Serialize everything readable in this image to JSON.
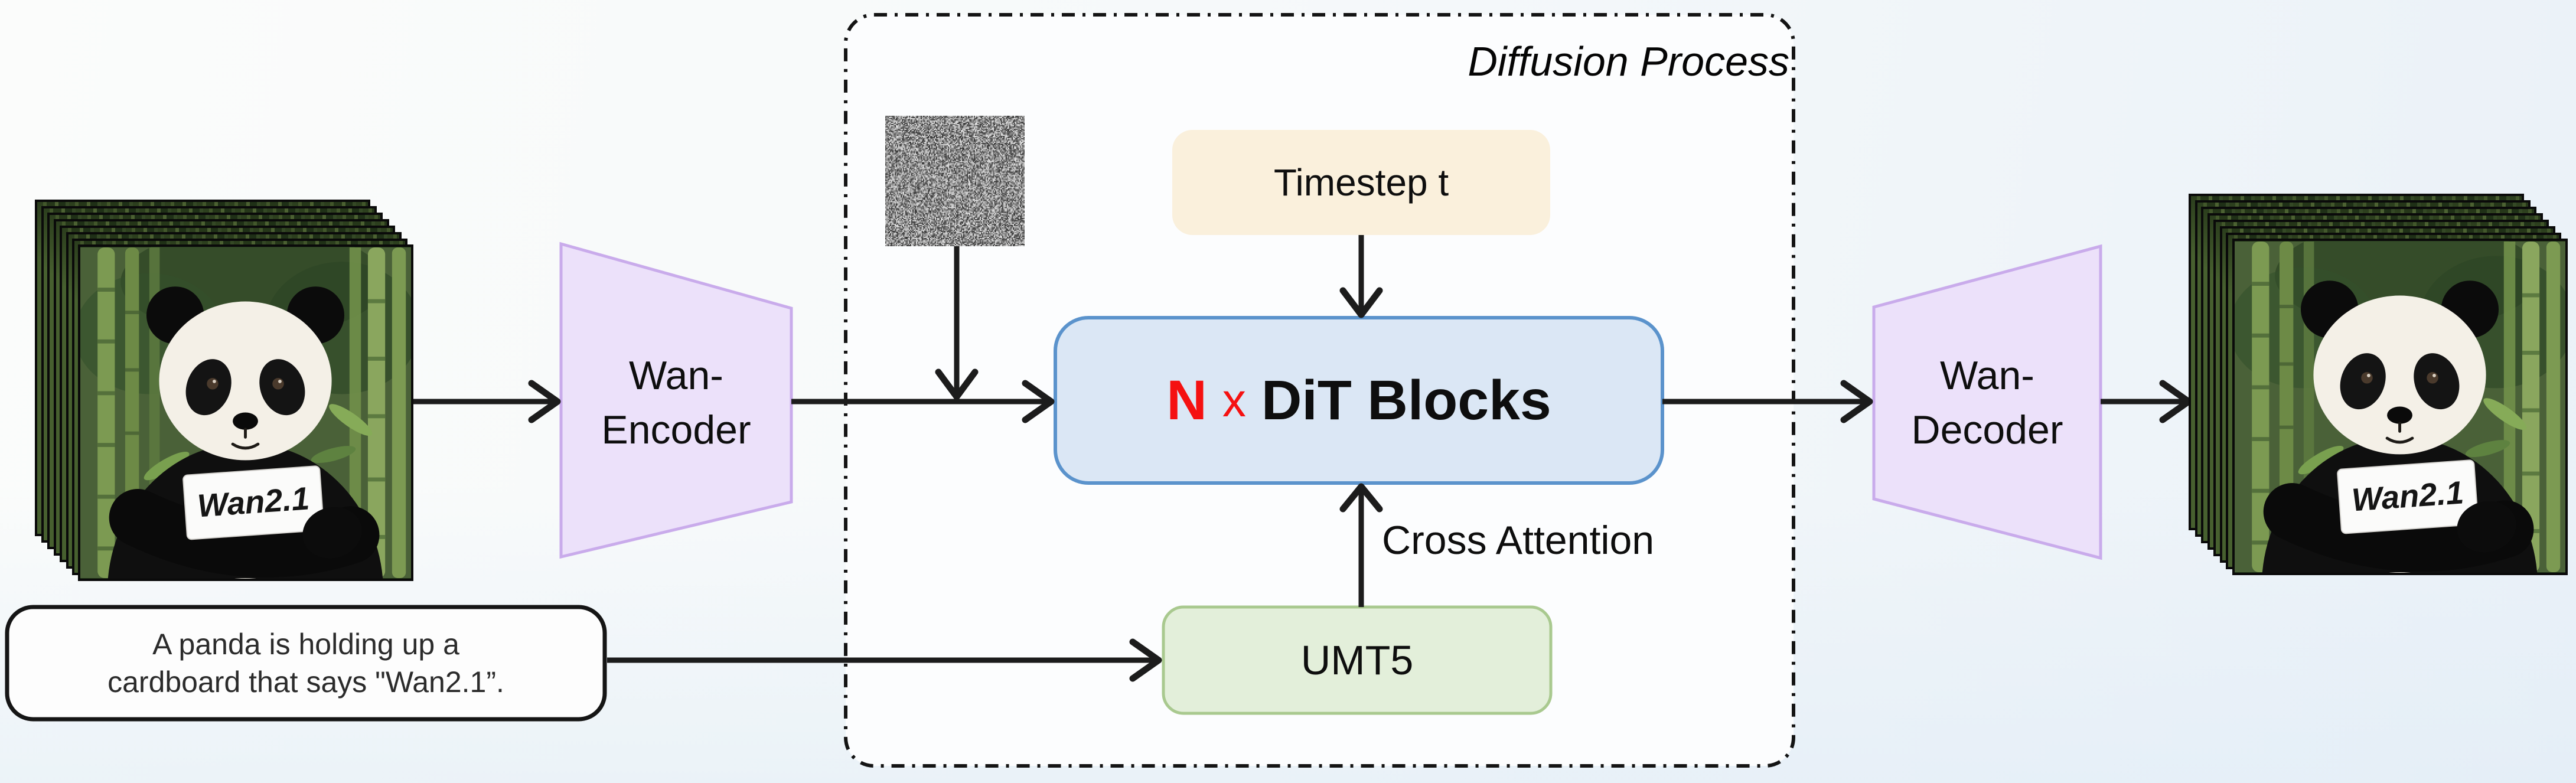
{
  "title": "Wan2.1 text-to-video diffusion architecture diagram",
  "diffusion_process": {
    "label": "Diffusion Process"
  },
  "prompt_box": {
    "line1": "A panda is holding up a",
    "line2": "cardboard that says \"Wan2.1”."
  },
  "encoder": {
    "line1": "Wan-",
    "line2": "Encoder"
  },
  "decoder": {
    "line1": "Wan-",
    "line2": "Decoder"
  },
  "timestep": {
    "label": "Timestep t"
  },
  "dit_blocks": {
    "n": "N",
    "times": "x",
    "label": "DiT Blocks"
  },
  "cross_attention": {
    "label": "Cross Attention"
  },
  "umt5": {
    "label": "UMT5"
  },
  "panda_sign": {
    "text": "Wan2.1"
  },
  "icons": {
    "noise_image": "gaussian-noise-latent",
    "video_stack_left": "input-video-frames",
    "video_stack_right": "output-video-frames"
  },
  "colors": {
    "arrow": "#1c1c1c",
    "dash_border": "#141414",
    "accent_red": "#f51111",
    "encoder_fill": "#ece1fa",
    "encoder_stroke": "#c9abeb",
    "dit_fill": "#dbe7f5",
    "dit_stroke": "#5b93cc",
    "timestep_fill": "#faf0dc",
    "umt5_fill": "#e3efda",
    "umt5_stroke": "#a9c98f",
    "prompt_stroke": "#151515"
  }
}
